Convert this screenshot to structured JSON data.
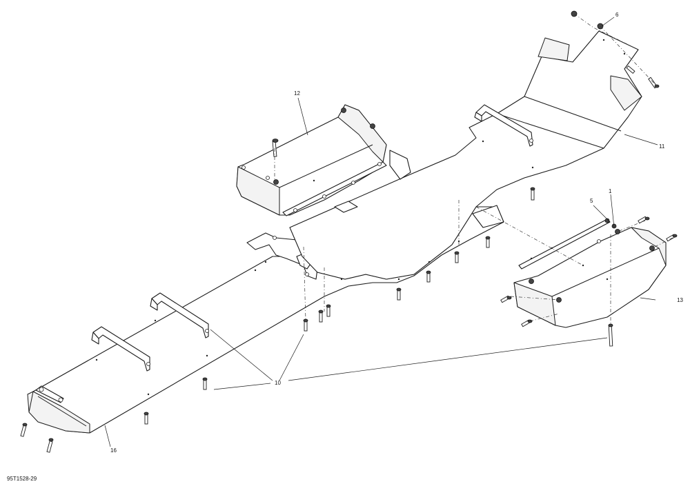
{
  "figure_ref": "95T1528-29",
  "callouts": [
    {
      "id": "c1",
      "label": "1"
    },
    {
      "id": "c5",
      "label": "5"
    },
    {
      "id": "c6",
      "label": "6"
    },
    {
      "id": "c10",
      "label": "10"
    },
    {
      "id": "c11",
      "label": "11"
    },
    {
      "id": "c12",
      "label": "12"
    },
    {
      "id": "c13",
      "label": "13"
    },
    {
      "id": "c16",
      "label": "16"
    }
  ]
}
